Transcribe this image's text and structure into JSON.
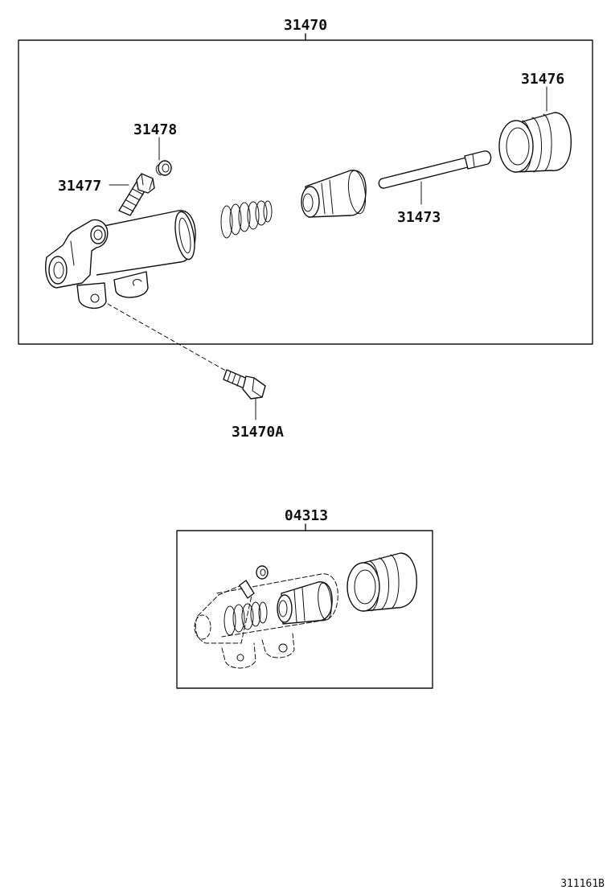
{
  "diagram": {
    "reference_code": "311161B",
    "assembly_main": {
      "part_number": "31470"
    },
    "assembly_kit": {
      "part_number": "04313"
    },
    "parts": [
      {
        "key": "cylinder_assy",
        "part_number": "31470"
      },
      {
        "key": "boot",
        "part_number": "31476"
      },
      {
        "key": "cap",
        "part_number": "31478"
      },
      {
        "key": "bleeder_plug",
        "part_number": "31477"
      },
      {
        "key": "push_rod",
        "part_number": "31473"
      },
      {
        "key": "bolt",
        "part_number": "31470A"
      },
      {
        "key": "cylinder_kit",
        "part_number": "04313"
      }
    ]
  }
}
